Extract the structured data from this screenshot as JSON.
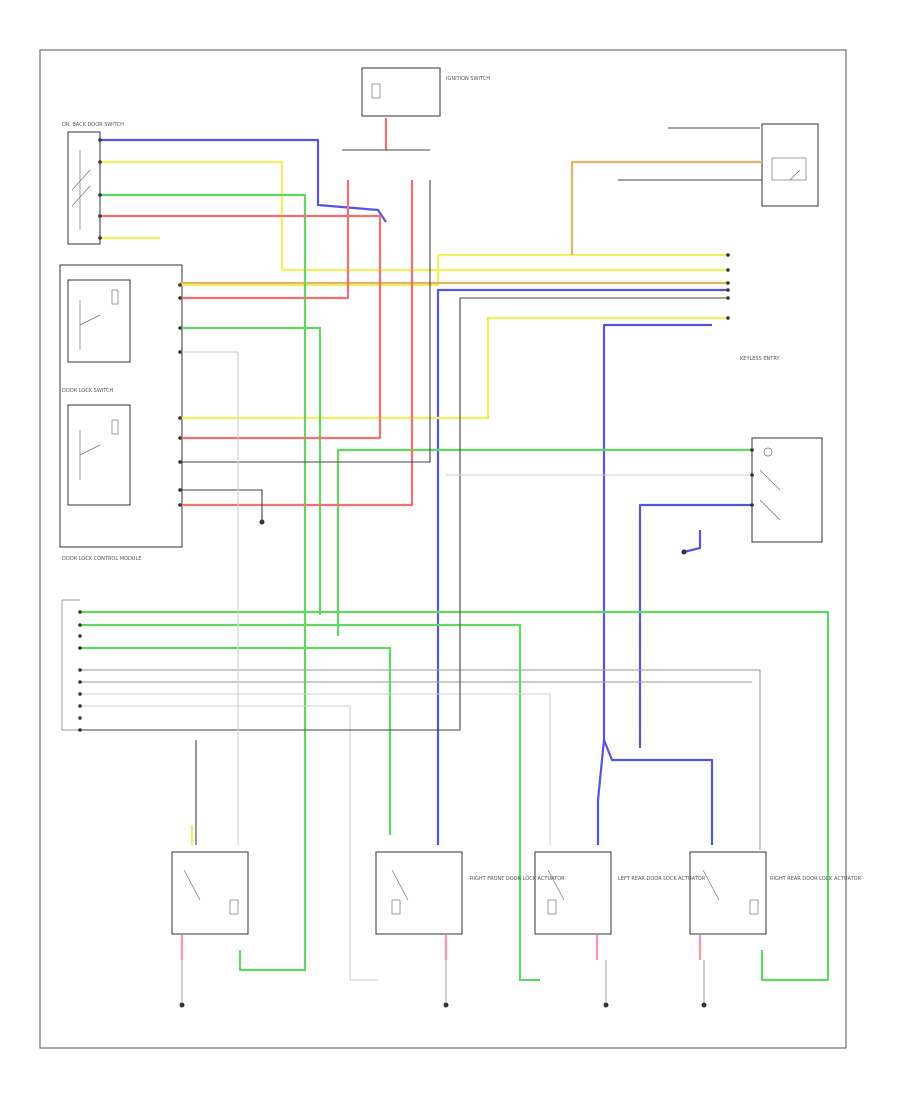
{
  "diagram": {
    "labels": [
      "DR. BACK DOOR SWITCH",
      "RIGHT FRONT DOOR LOCK ACTUATOR",
      "LEFT REAR DOOR LOCK ACTUATOR",
      "RIGHT REAR DOOR LOCK ACTUATOR",
      "DOOR LOCK SWITCH",
      "DOOR LOCK CONTROL MODULE",
      "IGNITION SWITCH",
      "KEYLESS ENTRY"
    ],
    "colors": {
      "blue": "#5555e0",
      "yellow": "#f2ef60",
      "green": "#62d862",
      "red": "#f07272",
      "pink": "#f59aa6",
      "orange": "#e3b36a",
      "gray": "#9a9a9a"
    }
  }
}
